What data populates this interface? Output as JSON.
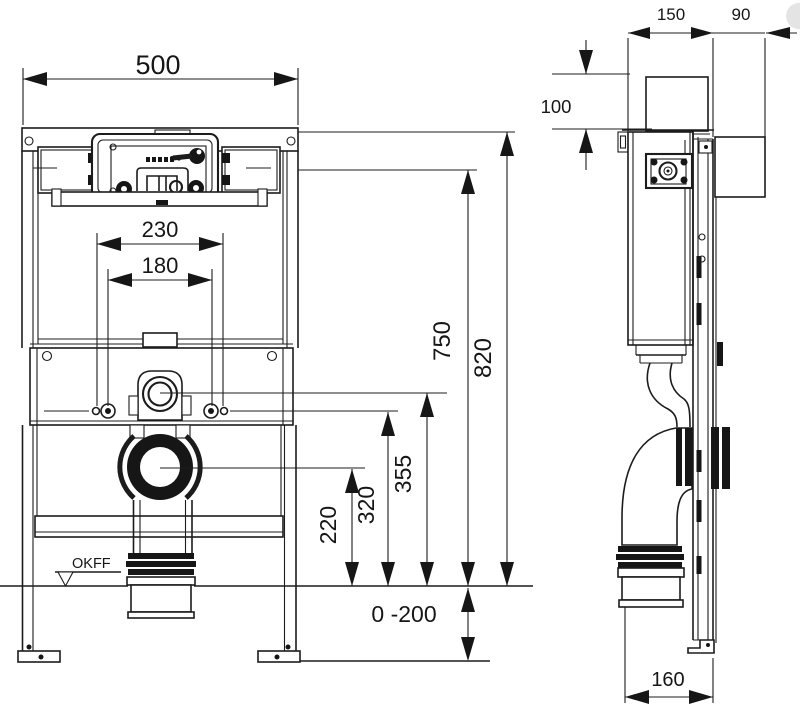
{
  "drawing": {
    "type": "installation-frame-technical-drawing",
    "ink_color": "#1c1c1c",
    "background": "#ffffff",
    "labels": {
      "dim500": "500",
      "dim230": "230",
      "dim180": "180",
      "dim220": "220",
      "dim320": "320",
      "dim355": "355",
      "dim750": "750",
      "dim820": "820",
      "floor_range": "0 -200",
      "datum": "OKFF",
      "dim150": "150",
      "dim90": "90",
      "dim100": "100",
      "dim160": "160"
    }
  }
}
